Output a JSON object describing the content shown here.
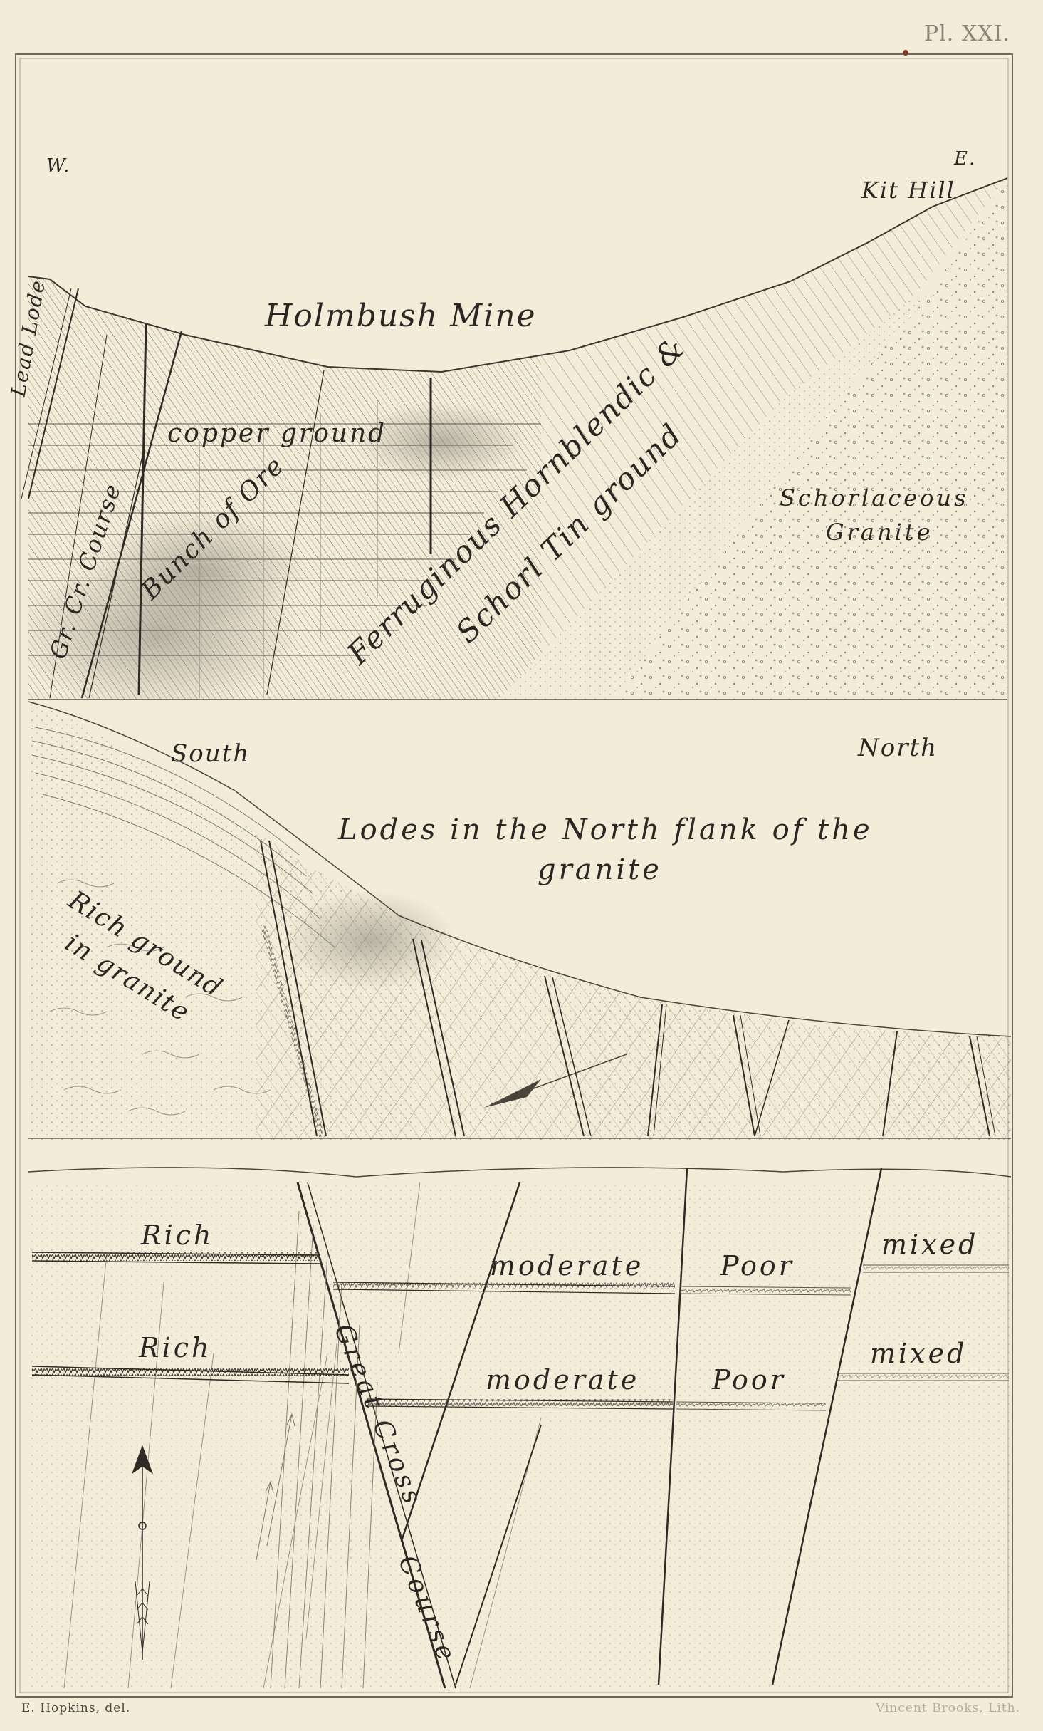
{
  "plate": {
    "number": "Pl. XXI.",
    "credit_left": "E. Hopkins, del.",
    "credit_right": "Vincent Brooks, Lith."
  },
  "section1": {
    "west": "W.",
    "east": "E.",
    "hill": "Kit Hill",
    "mine": "Holmbush Mine",
    "lead_lode": "Lead Lode",
    "copper": "copper ground",
    "bunch": "Bunch of Ore",
    "cross_course": "Gr. Cr. Course",
    "ferruginous": "Ferruginous Hornblendic &",
    "schorl": "Schorl Tin ground",
    "schorlaceous": "Schorlaceous",
    "granite": "Granite"
  },
  "section2": {
    "south": "South",
    "north": "North",
    "title_line1": "Lodes in the North flank of the",
    "title_line2": "granite",
    "rich_line1": "Rich ground",
    "rich_line2": "in granite"
  },
  "section3": {
    "row1": {
      "rich": "Rich",
      "moderate": "moderate",
      "poor": "Poor",
      "mixed": "mixed"
    },
    "row2": {
      "rich": "Rich",
      "moderate": "moderate",
      "poor": "Poor",
      "mixed": "mixed"
    },
    "great_cross": "Great Cross",
    "course": "Course"
  }
}
